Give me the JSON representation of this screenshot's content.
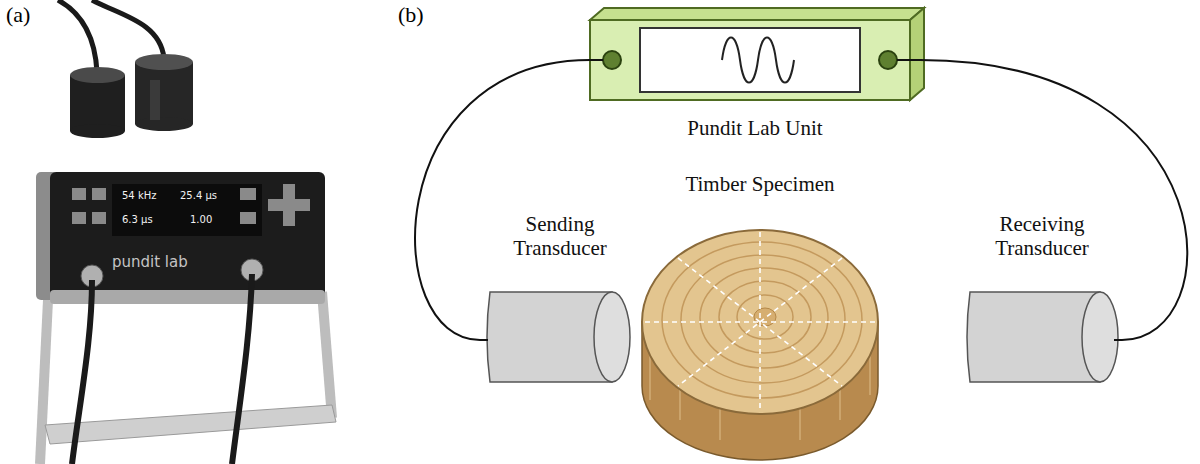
{
  "diagram": {
    "nodes": [
      {
        "text": [
          "Pundit Lab Unit"
        ]
      },
      {
        "text": [
          "Sending Transducer"
        ]
      },
      {
        "text": [
          "Timber Specimen"
        ]
      },
      {
        "text": [
          "Receiving Transducer"
        ]
      }
    ],
    "edges": [
      {
        "from": 0,
        "to": 1,
        "arrow": "none"
      },
      {
        "from": 0,
        "to": 3,
        "arrow": "none"
      }
    ],
    "labels": [
      "(a)",
      "(b)",
      "54 kHz",
      "25.4 µs",
      "6.3 µs",
      "1.00",
      "pundit lab"
    ]
  }
}
